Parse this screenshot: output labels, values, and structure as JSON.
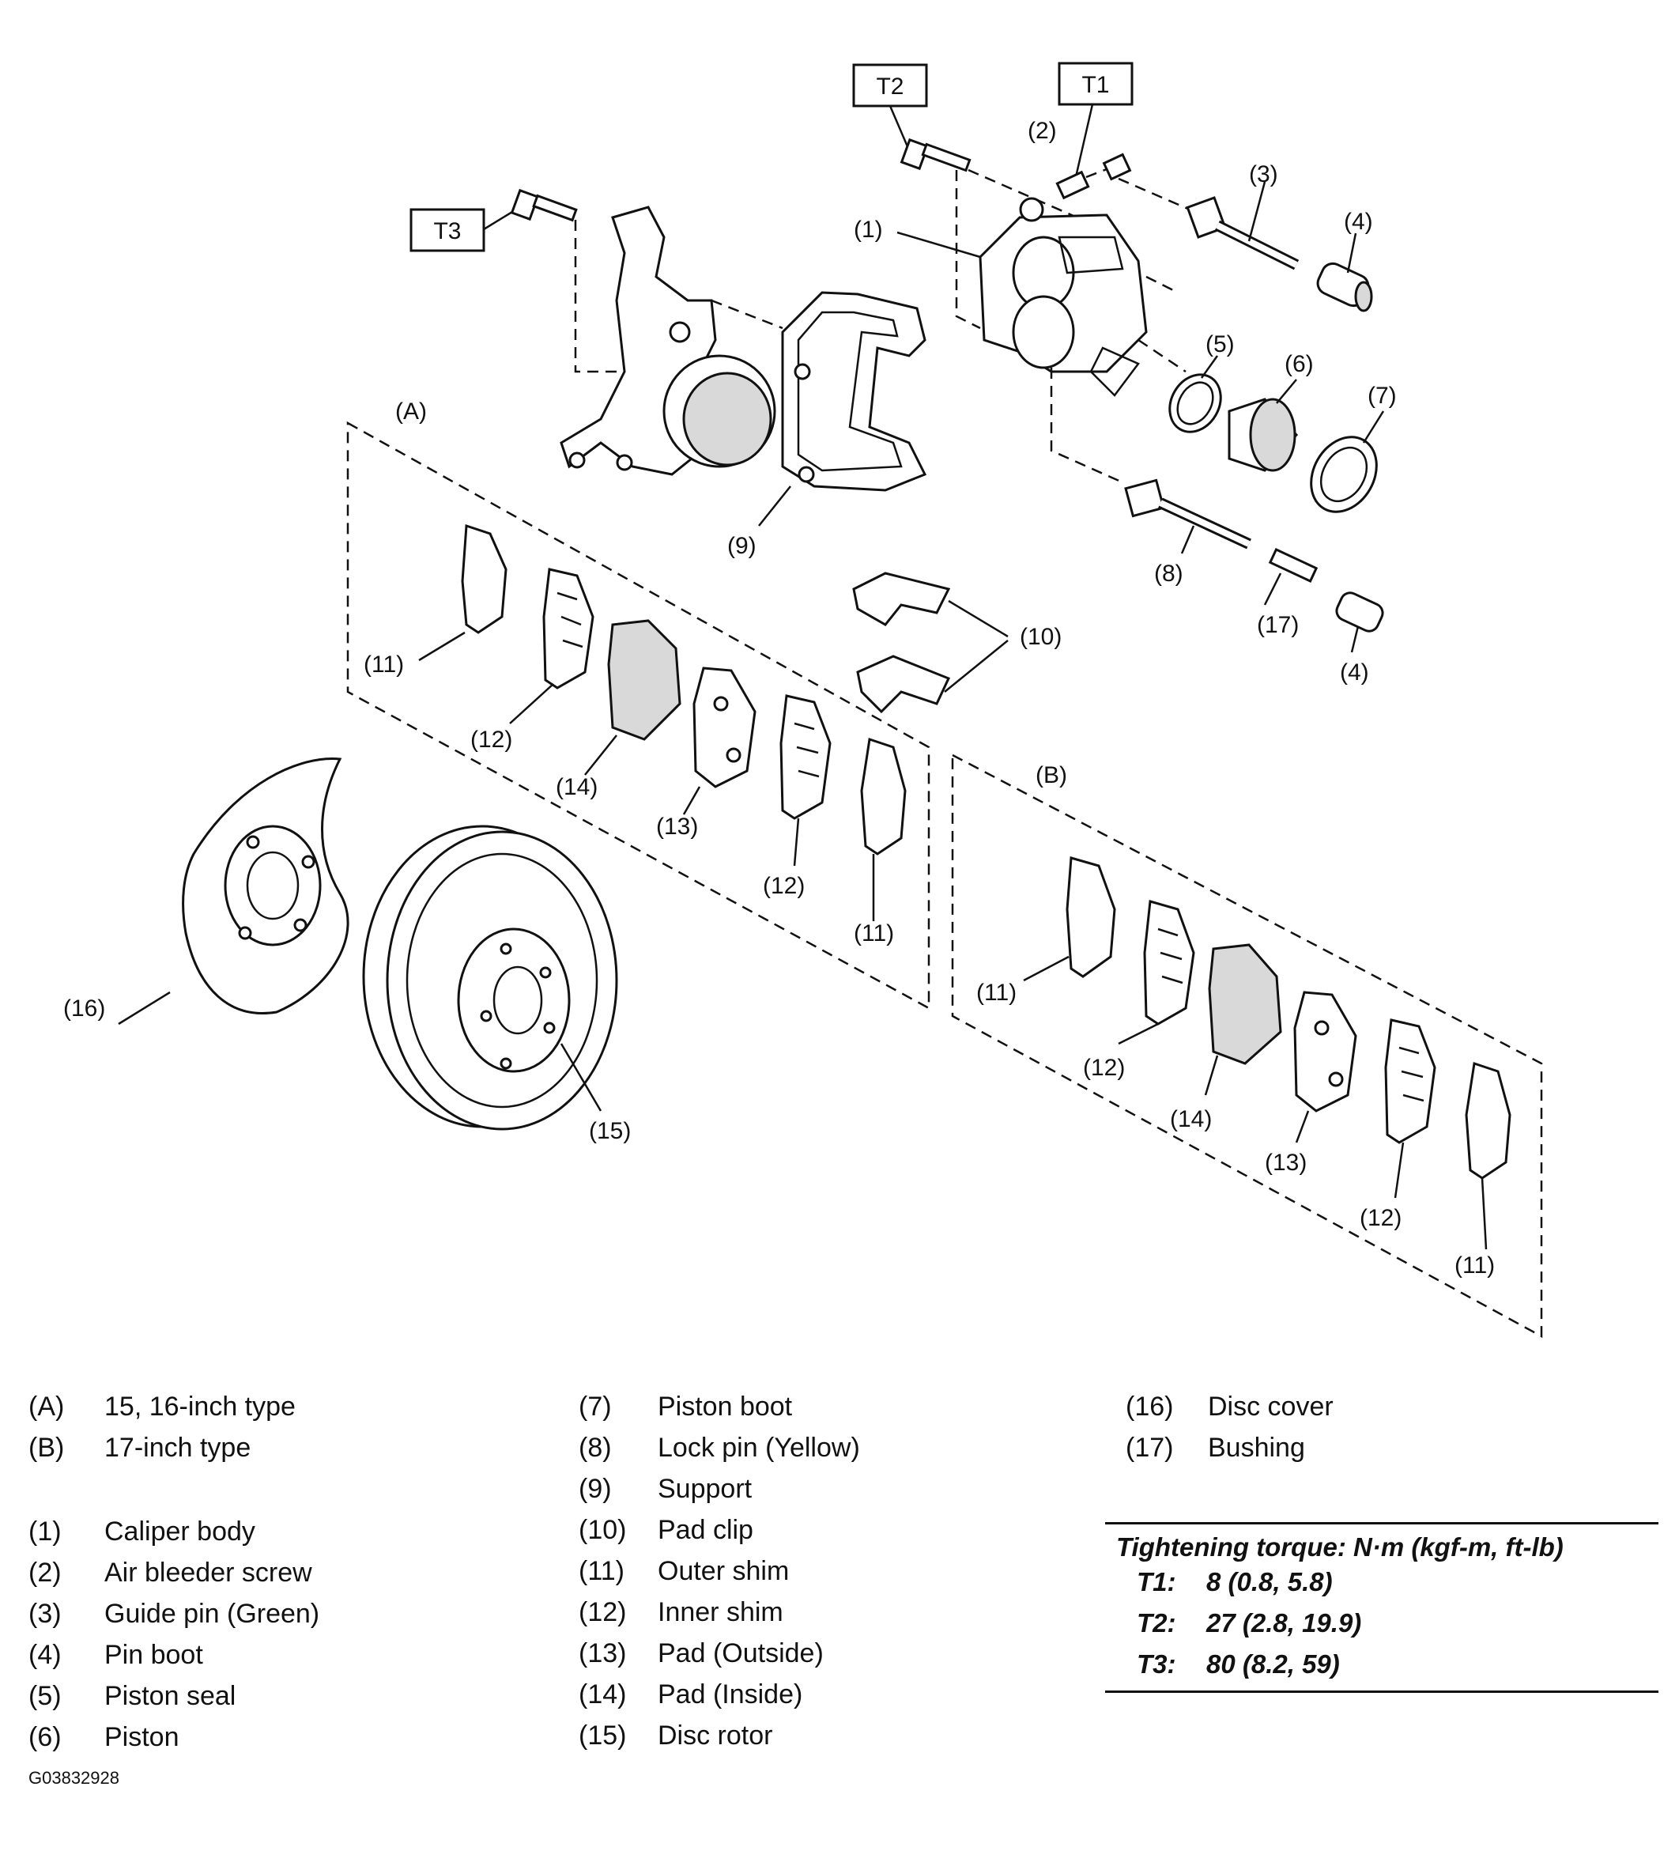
{
  "diagram": {
    "torque_tags": [
      "T1",
      "T2",
      "T3"
    ],
    "callouts": {
      "A": "(A)",
      "B": "(B)",
      "c1": "(1)",
      "c2": "(2)",
      "c3": "(3)",
      "c4": "(4)",
      "c5": "(5)",
      "c6": "(6)",
      "c7": "(7)",
      "c8": "(8)",
      "c9": "(9)",
      "c10": "(10)",
      "c11": "(11)",
      "c12": "(12)",
      "c13": "(13)",
      "c14": "(14)",
      "c15": "(15)",
      "c16": "(16)",
      "c17": "(17)"
    }
  },
  "legend": {
    "col1": [
      {
        "num": "(A)",
        "label": "15, 16-inch type"
      },
      {
        "num": "(B)",
        "label": "17-inch type"
      },
      {
        "num": "(1)",
        "label": "Caliper body"
      },
      {
        "num": "(2)",
        "label": "Air bleeder screw"
      },
      {
        "num": "(3)",
        "label": "Guide pin (Green)"
      },
      {
        "num": "(4)",
        "label": "Pin boot"
      },
      {
        "num": "(5)",
        "label": "Piston seal"
      },
      {
        "num": "(6)",
        "label": "Piston"
      }
    ],
    "col2": [
      {
        "num": "(7)",
        "label": "Piston boot"
      },
      {
        "num": "(8)",
        "label": "Lock pin (Yellow)"
      },
      {
        "num": "(9)",
        "label": "Support"
      },
      {
        "num": "(10)",
        "label": "Pad clip"
      },
      {
        "num": "(11)",
        "label": "Outer shim"
      },
      {
        "num": "(12)",
        "label": "Inner shim"
      },
      {
        "num": "(13)",
        "label": "Pad (Outside)"
      },
      {
        "num": "(14)",
        "label": "Pad (Inside)"
      },
      {
        "num": "(15)",
        "label": "Disc rotor"
      }
    ],
    "col3": [
      {
        "num": "(16)",
        "label": "Disc cover"
      },
      {
        "num": "(17)",
        "label": "Bushing"
      }
    ]
  },
  "torque": {
    "heading": "Tightening torque: N·m (kgf-m, ft-lb)",
    "rows": [
      {
        "key": "T1:",
        "value": "8 (0.8, 5.8)"
      },
      {
        "key": "T2:",
        "value": "27 (2.8, 19.9)"
      },
      {
        "key": "T3:",
        "value": "80 (8.2, 59)"
      }
    ]
  },
  "figure_code": "G03832928"
}
